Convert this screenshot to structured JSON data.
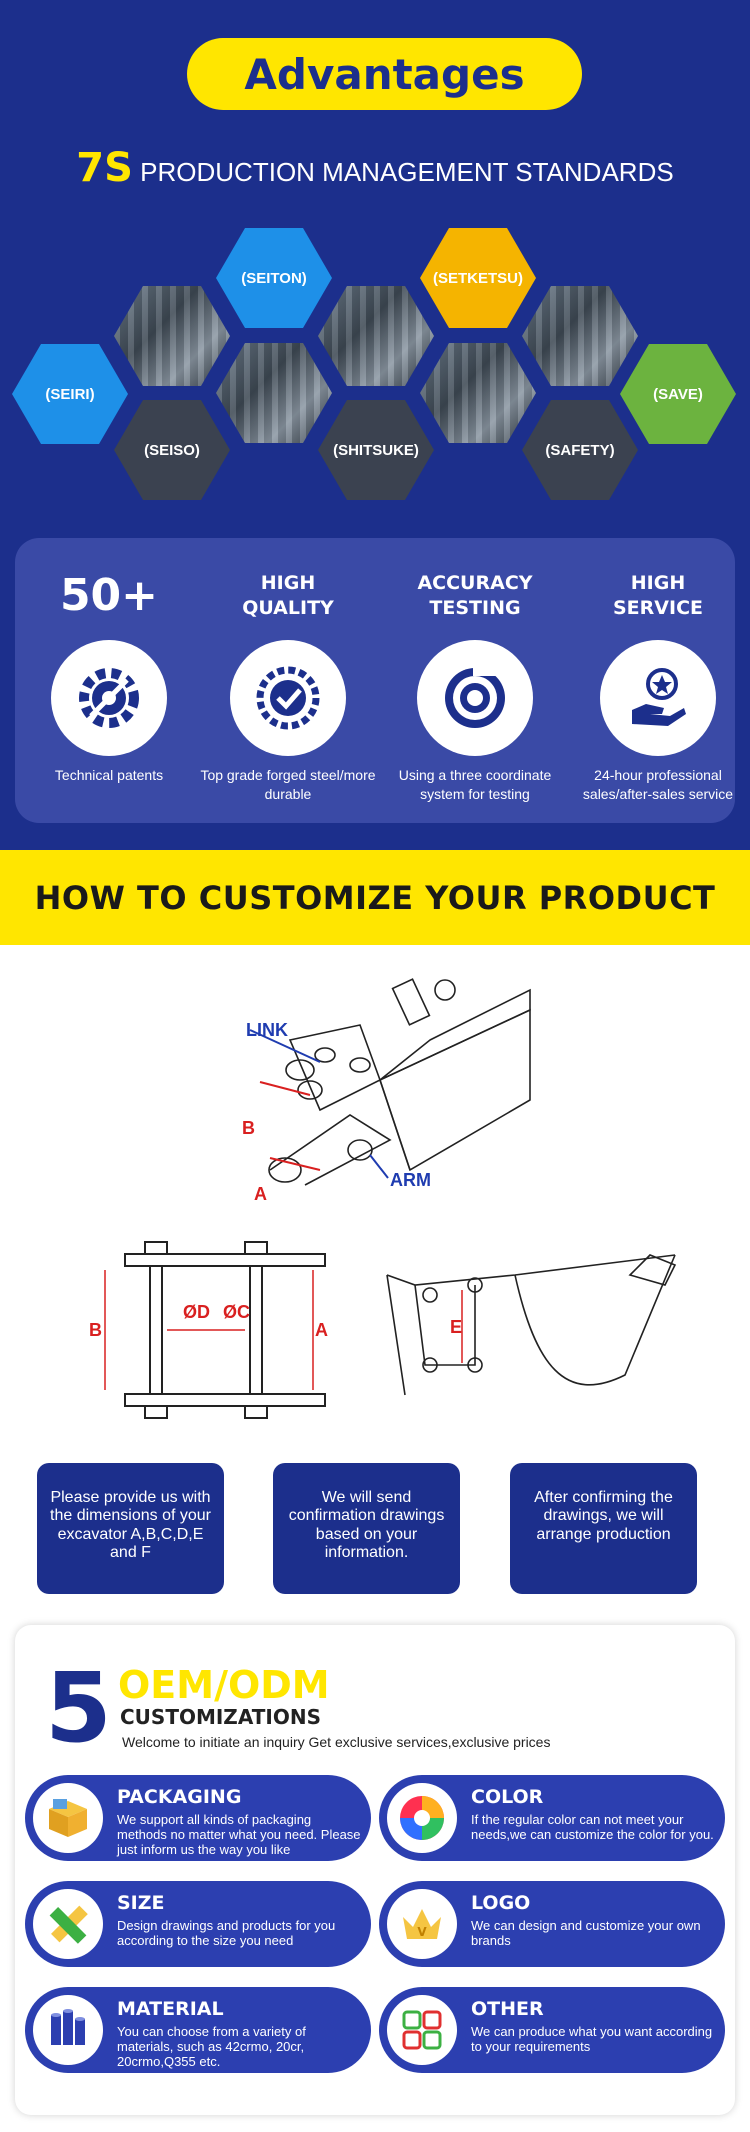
{
  "advantages": {
    "title": "Advantages",
    "subtitle_big": "7S",
    "subtitle_rest": " PRODUCTION MANAGEMENT STANDARDS",
    "hexes": {
      "seiri": "(SEIRI)",
      "seiton": "(SEITON)",
      "seiso": "(SEISO)",
      "shitsuke": "(SHITSUKE)",
      "setketsu": "(SETKETSU)",
      "safety": "(SAFETY)",
      "save": "(SAVE)"
    },
    "stats": [
      {
        "head": "50+",
        "desc": "Technical patents",
        "icon": "gear-icon"
      },
      {
        "head": "HIGH\nQUALITY",
        "desc": "Top grade forged steel/more durable",
        "icon": "quality-badge-icon"
      },
      {
        "head": "ACCURACY\nTESTING",
        "desc": "Using a three coordinate system for testing",
        "icon": "target-icon"
      },
      {
        "head": "HIGH\nSERVICE",
        "desc": "24-hour professional sales/after-sales service",
        "icon": "hand-star-icon"
      }
    ]
  },
  "customize": {
    "title": "HOW TO CUSTOMIZE YOUR PRODUCT",
    "diagram_labels": {
      "link": "LINK",
      "arm": "ARM",
      "a": "A",
      "b": "B",
      "c": "ØC",
      "d": "ØD",
      "e": "E"
    },
    "steps": [
      "Please provide us with the dimensions of your excavator A,B,C,D,E and F",
      "We will send confirmation drawings based on your information.",
      "After confirming the drawings, we will arrange production"
    ]
  },
  "oem": {
    "number": "5",
    "title": "OEM/ODM",
    "subtitle": "CUSTOMIZATIONS",
    "welcome": "Welcome to initiate an inquiry Get exclusive services,exclusive prices",
    "features": [
      {
        "title": "PACKAGING",
        "desc": "We support all kinds of packaging methods no matter what you need. Please just inform us the way you like",
        "icon": "box-icon"
      },
      {
        "title": "COLOR",
        "desc": "If the regular color can not meet your needs,we can customize the color for you.",
        "icon": "color-wheel-icon"
      },
      {
        "title": "SIZE",
        "desc": "Design drawings and products for you according to the size you need",
        "icon": "ruler-pencil-icon"
      },
      {
        "title": "LOGO",
        "desc": "We can design and customize your own brands",
        "icon": "crown-icon"
      },
      {
        "title": "MATERIAL",
        "desc": "You can choose from a variety of materials, such as 42crmo, 20cr, 20crmo,Q355 etc.",
        "icon": "pipes-icon"
      },
      {
        "title": "OTHER",
        "desc": "We can produce what you want according to your requirements",
        "icon": "grid-icon"
      }
    ]
  },
  "colors": {
    "brand_blue": "#1c2f8c",
    "brand_yellow": "#ffe600",
    "feature_blue": "#2c3fb0",
    "diagram_red": "#d92020",
    "diagram_blue": "#1f3cb0"
  }
}
